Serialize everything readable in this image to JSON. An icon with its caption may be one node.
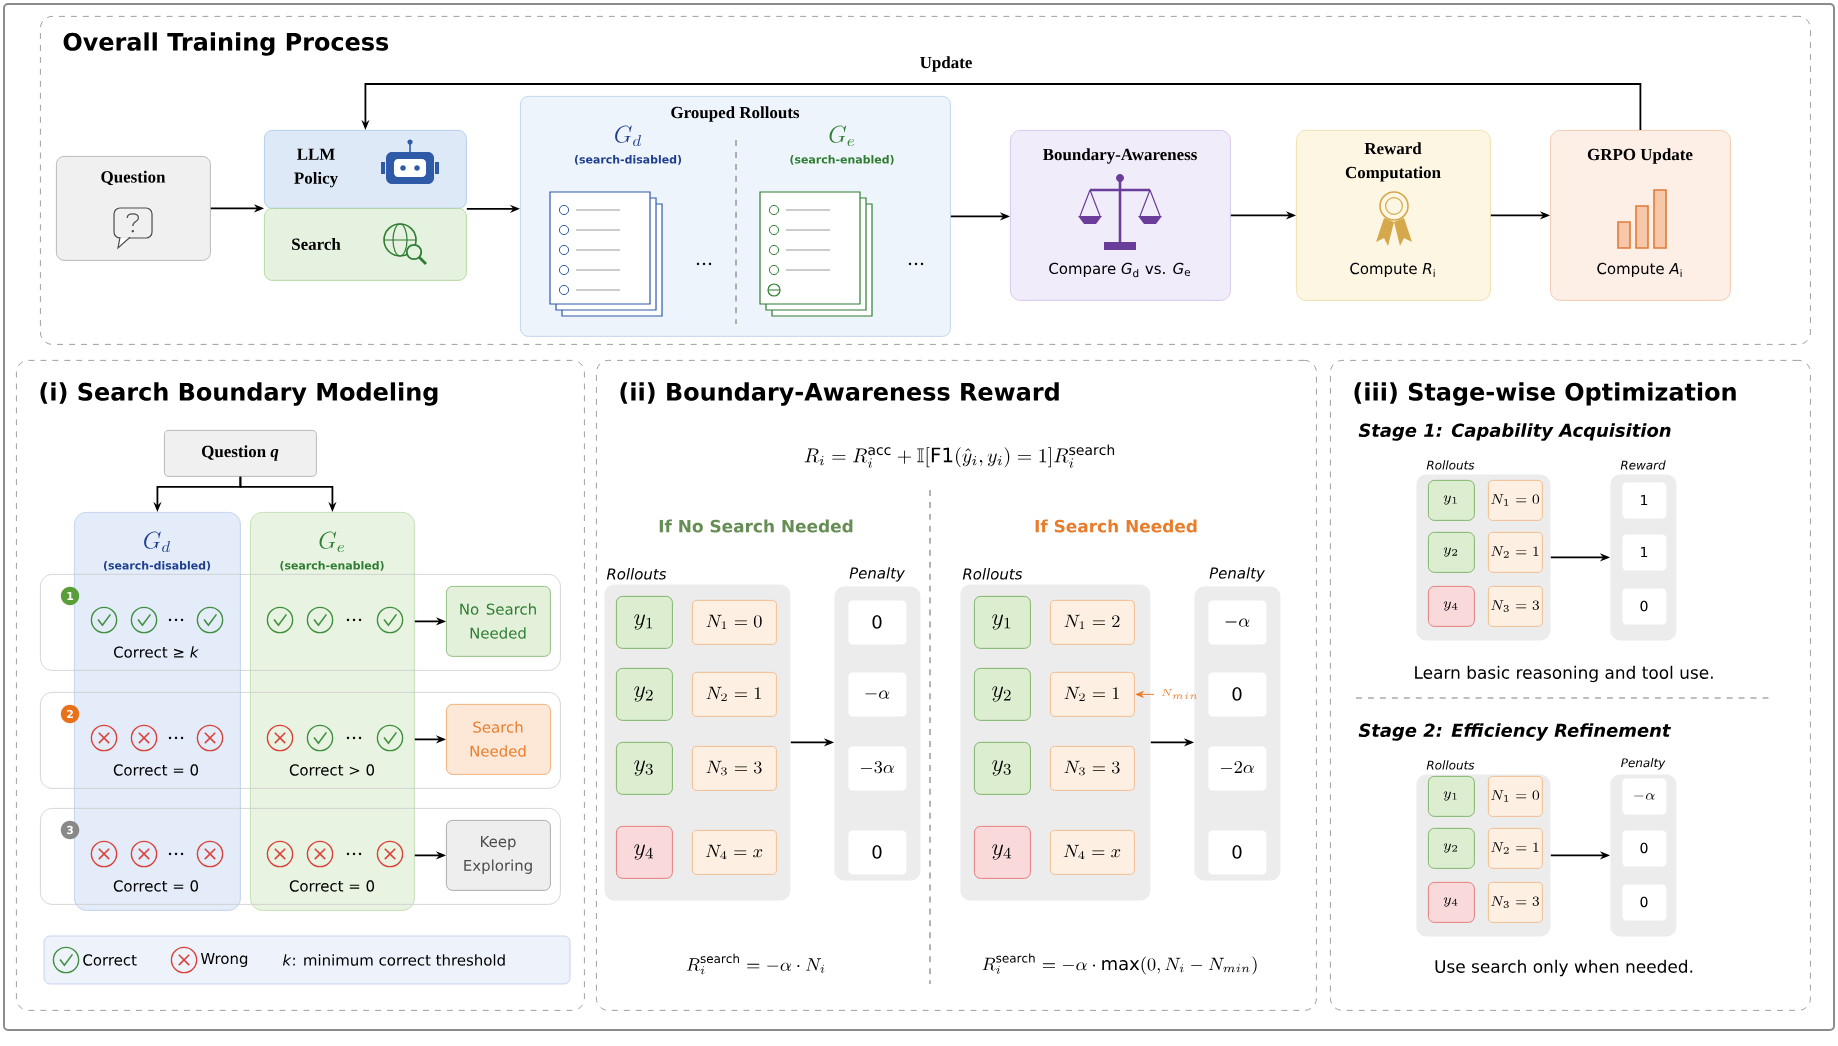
{
  "diagram": {
    "nodes": [
      {
        "text": [
          "Overall Training Process"
        ]
      },
      {
        "text": [
          "Question"
        ],
        "in": 0
      },
      {
        "text": [
          "LLM Policy"
        ],
        "in": 0
      },
      {
        "text": [
          "Search"
        ],
        "in": 0
      },
      {
        "text": [
          "Grouped Rollouts"
        ],
        "in": 0
      },
      {
        "text": [
          "G_d",
          "(search-disabled)"
        ],
        "in": 4
      },
      {
        "text": [
          "G_e",
          "(search-enabled)"
        ],
        "in": 4
      },
      {
        "text": [
          "Boundary-Awareness",
          "Compare *G*$_{d}$ vs. *G*$_{e}$"
        ],
        "in": 0
      },
      {
        "text": [
          "Reward Computation",
          "Compute *R*$_{i}$"
        ],
        "in": 0
      },
      {
        "text": [
          "GRPO Update",
          "Compute *A*$_{i}$"
        ],
        "in": 0
      },
      {
        "text": [
          "(i) Search Boundary Modeling"
        ]
      },
      {
        "text": [
          "Question *q*"
        ],
        "in": 10
      },
      {
        "text": [
          "G_d",
          "(search-disabled)"
        ],
        "in": 10
      },
      {
        "text": [
          "G_e",
          "(search-enabled)"
        ],
        "in": 10
      },
      {
        "text": [
          "1",
          "Correct ≥ *k*"
        ],
        "in": 10
      },
      {
        "text": [
          "2",
          "Correct = 0",
          "Correct > 0"
        ],
        "in": 10
      },
      {
        "text": [
          "3",
          "Correct = 0",
          "Correct = 0"
        ],
        "in": 10
      },
      {
        "text": [
          "No Search Needed"
        ],
        "in": 14
      },
      {
        "text": [
          "Search Needed"
        ],
        "in": 15
      },
      {
        "text": [
          "Keep Exploring"
        ],
        "in": 16
      },
      {
        "text": [
          "(ii) Boundary-Awareness Reward"
        ]
      },
      {
        "text": [
          "Rollouts"
        ],
        "in": 20
      },
      {
        "text": [
          "y_1"
        ],
        "in": 21
      },
      {
        "text": [
          "y_2"
        ],
        "in": 21
      },
      {
        "text": [
          "y_3"
        ],
        "in": 21
      },
      {
        "text": [
          "y_4"
        ],
        "in": 21
      },
      {
        "text": [
          "N_1=0"
        ],
        "in": 21
      },
      {
        "text": [
          "N_2=1"
        ],
        "in": 21
      },
      {
        "text": [
          "N_3=3"
        ],
        "in": 21
      },
      {
        "text": [
          "N_4=x"
        ],
        "in": 21
      },
      {
        "text": [
          "Penalty"
        ],
        "in": 20
      },
      {
        "text": [
          "0"
        ],
        "in": 30
      },
      {
        "text": [
          "-\\alpha"
        ],
        "in": 30
      },
      {
        "text": [
          "-3\\alpha"
        ],
        "in": 30
      },
      {
        "text": [
          "0"
        ],
        "in": 30
      },
      {
        "text": [
          "Rollouts"
        ],
        "in": 20
      },
      {
        "text": [
          "y_1"
        ],
        "in": 35
      },
      {
        "text": [
          "y_2"
        ],
        "in": 35
      },
      {
        "text": [
          "y_3"
        ],
        "in": 35
      },
      {
        "text": [
          "y_4"
        ],
        "in": 35
      },
      {
        "text": [
          "N_1=2"
        ],
        "in": 35
      },
      {
        "text": [
          "N_2=1"
        ],
        "in": 35
      },
      {
        "text": [
          "N_3=3"
        ],
        "in": 35
      },
      {
        "text": [
          "N_4=x"
        ],
        "in": 35
      },
      {
        "text": [
          "Penalty"
        ],
        "in": 20
      },
      {
        "text": [
          "-\\alpha"
        ],
        "in": 44
      },
      {
        "text": [
          "0"
        ],
        "in": 44
      },
      {
        "text": [
          "-2\\alpha"
        ],
        "in": 44
      },
      {
        "text": [
          "0"
        ],
        "in": 44
      },
      {
        "text": [
          "N_{min}"
        ],
        "in": 20
      },
      {
        "text": [
          "(iii) Stage-wise Optimization"
        ]
      },
      {
        "text": [
          "Rollouts"
        ],
        "in": 50
      },
      {
        "text": [
          "y_1"
        ],
        "in": 51
      },
      {
        "text": [
          "y_2"
        ],
        "in": 51
      },
      {
        "text": [
          "y_4"
        ],
        "in": 51
      },
      {
        "text": [
          "N_1=0"
        ],
        "in": 51
      },
      {
        "text": [
          "N_2=1"
        ],
        "in": 51
      },
      {
        "text": [
          "N_3=3"
        ],
        "in": 51
      },
      {
        "text": [
          "Reward"
        ],
        "in": 50
      },
      {
        "text": [
          "1"
        ],
        "in": 58
      },
      {
        "text": [
          "1"
        ],
        "in": 58
      },
      {
        "text": [
          "0"
        ],
        "in": 58
      },
      {
        "text": [
          "Rollouts"
        ],
        "in": 50
      },
      {
        "text": [
          "y_1"
        ],
        "in": 62
      },
      {
        "text": [
          "y_2"
        ],
        "in": 62
      },
      {
        "text": [
          "y_4"
        ],
        "in": 62
      },
      {
        "text": [
          "N_1=0"
        ],
        "in": 62
      },
      {
        "text": [
          "N_2=1"
        ],
        "in": 62
      },
      {
        "text": [
          "N_3=3"
        ],
        "in": 62
      },
      {
        "text": [
          "Penalty"
        ],
        "in": 50
      },
      {
        "text": [
          "-\\alpha"
        ],
        "in": 69
      },
      {
        "text": [
          "0"
        ],
        "in": 69
      },
      {
        "text": [
          "0"
        ],
        "in": 69
      }
    ],
    "edges": [
      {
        "from": 1,
        "to": 2,
        "arrow": "to"
      },
      {
        "from": 2,
        "to": 4,
        "arrow": "to"
      },
      {
        "from": 4,
        "to": 7,
        "arrow": "to"
      },
      {
        "from": 7,
        "to": 8,
        "arrow": "to"
      },
      {
        "from": 8,
        "to": 9,
        "arrow": "to"
      },
      {
        "from": 9,
        "to": 2,
        "arrow": "to",
        "label": "Update"
      },
      {
        "from": 11,
        "to": 12,
        "arrow": "to"
      },
      {
        "from": 11,
        "to": 13,
        "arrow": "to"
      },
      {
        "from": 13,
        "to": 17,
        "arrow": "to"
      },
      {
        "from": 13,
        "to": 18,
        "arrow": "to"
      },
      {
        "from": 13,
        "to": 19,
        "arrow": "to"
      },
      {
        "from": 21,
        "to": 30,
        "arrow": "to"
      },
      {
        "from": 35,
        "to": 44,
        "arrow": "to"
      },
      {
        "from": 49,
        "to": 41,
        "arrow": "to",
        "color": "#e87d2c"
      },
      {
        "from": 51,
        "to": 58,
        "arrow": "to"
      },
      {
        "from": 62,
        "to": 69,
        "arrow": "to"
      }
    ],
    "labels": [
      "R_i = R_i^{\\mathrm{acc}} + \\mathbb{I}[\\mathrm{F1}(\\hat{y}_i, y_i) = 1] R_i^{\\mathrm{search}}",
      "If No Search Needed",
      "If Search Needed",
      "R_i^{\\mathrm{search}} = -\\alpha \\cdot N_i",
      "R_i^{\\mathrm{search}} = -\\alpha \\cdot \\max(0, N_i - N_{min})",
      "Stage 1: Capability Acquisition",
      "Learn basic reasoning and tool use.",
      "Stage 2: Efficiency Refinement",
      "Use search only when needed.",
      "*k*: minimum correct threshold"
    ],
    "legend": [
      {
        "text": "Correct"
      },
      {
        "text": "Wrong"
      }
    ]
  }
}
